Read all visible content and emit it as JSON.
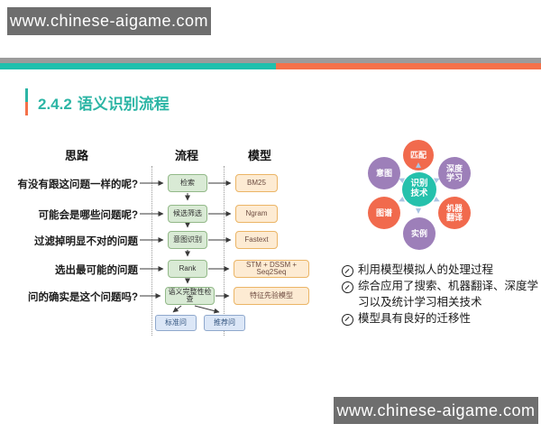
{
  "banners": {
    "top": "www.chinese-aigame.com",
    "bottom": "www.chinese-aigame.com"
  },
  "title": {
    "number": "2.4.2",
    "text": "语义识别流程"
  },
  "colors": {
    "teal_accent": "#2cb5a5",
    "teal_stripe": "#1fc0ad",
    "orange_stripe": "#f4714a",
    "gray_stripe": "#9b9b9b",
    "banner_gray": "#6e6e6e",
    "process_box_green": "#d9ead5",
    "model_box_orange": "#fdebd3",
    "output_box_blue": "#dce7f7",
    "circle_red": "#f16a4d",
    "circle_purple": "#9d7fb9",
    "circle_teal": "#25c1ac"
  },
  "flow": {
    "col_headers": [
      "思路",
      "流程",
      "模型"
    ],
    "rows": [
      {
        "question": "有没有跟这问题一样的呢?",
        "process": "检索",
        "model": "BM25"
      },
      {
        "question": "可能会是哪些问题呢?",
        "process": "候选筛选",
        "model": "Ngram"
      },
      {
        "question": "过滤掉明显不对的问题",
        "process": "意图识别",
        "model": "Fastext"
      },
      {
        "question": "选出最可能的问题",
        "process": "Rank",
        "model": "STM + DSSM + Seq2Seq"
      },
      {
        "question": "问的确实是这个问题吗?",
        "process": "语义完整性检查",
        "model": "特征先验模型"
      }
    ],
    "outputs": [
      "标准问",
      "推荐问"
    ]
  },
  "circle_diagram": {
    "center": "识别技术",
    "petals": [
      {
        "label": "匹配",
        "position": "top",
        "color": "#f16a4d"
      },
      {
        "label": "深度学习",
        "position": "top-right",
        "color": "#9d7fb9"
      },
      {
        "label": "机器翻译",
        "position": "bottom-right",
        "color": "#f16a4d"
      },
      {
        "label": "实例",
        "position": "bottom",
        "color": "#9d7fb9"
      },
      {
        "label": "图谱",
        "position": "bottom-left",
        "color": "#f16a4d"
      },
      {
        "label": "意图",
        "position": "top-left",
        "color": "#9d7fb9"
      }
    ]
  },
  "notes": [
    "利用模型模拟人的处理过程",
    "综合应用了搜索、机器翻译、深度学习以及统计学习相关技术",
    "模型具有良好的迁移性"
  ]
}
